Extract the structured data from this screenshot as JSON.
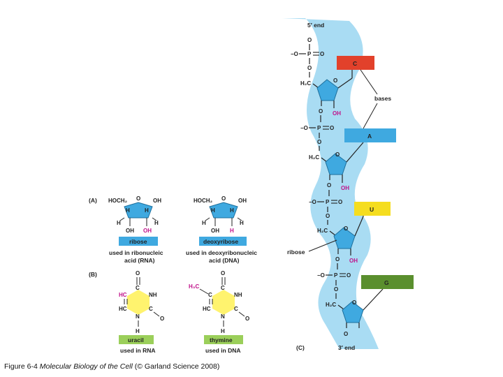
{
  "colors": {
    "backbone": "#a9dcf3",
    "sugar": "#3fa9e0",
    "base_yellow": "#fff36e",
    "C": "#e2412b",
    "A": "#3fa9e0",
    "U": "#f5dd1f",
    "G": "#5a8f2e",
    "highlight": "#c0128a"
  },
  "panel_a": {
    "label": "(A)",
    "ribose": {
      "top_left": "HOCH₂",
      "ring_o": "O",
      "top_right": "OH",
      "h1": "H",
      "h2": "H",
      "h3": "H",
      "h4": "H",
      "oh_left": "OH",
      "oh_right": "OH",
      "name": "ribose",
      "usage": "used in ribonucleic",
      "usage2": "acid (RNA)"
    },
    "deoxyribose": {
      "top_left": "HOCH₂",
      "ring_o": "O",
      "top_right": "OH",
      "h1": "H",
      "h2": "H",
      "h3": "H",
      "h4": "H",
      "oh_left": "OH",
      "h_right": "H",
      "name": "deoxyribose",
      "usage": "used in deoxyribonucleic",
      "usage2": "acid (DNA)"
    }
  },
  "panel_b": {
    "label": "(B)",
    "uracil": {
      "o_top": "O",
      "c_top": "C",
      "hc1": "HC",
      "nh": "NH",
      "hc2": "HC",
      "c_right": "C",
      "o_right": "O",
      "n_bottom": "N",
      "h_bottom": "H",
      "name": "uracil",
      "usage": "used in RNA"
    },
    "thymine": {
      "o_top": "O",
      "c_top": "C",
      "h3c": "H₃C",
      "c_left": "C",
      "nh": "NH",
      "hc": "HC",
      "c_right": "C",
      "o_right": "O",
      "n_bottom": "N",
      "h_bottom": "H",
      "name": "thymine",
      "usage": "used in DNA"
    }
  },
  "panel_c": {
    "label": "(C)",
    "five_end": "5′ end",
    "three_end": "3′ end",
    "bases_label": "bases",
    "ribose_label": "ribose",
    "bases": [
      "C",
      "A",
      "U",
      "G"
    ],
    "phosphate": {
      "o": "O",
      "om": "−O",
      "p": "P",
      "eq": "O"
    },
    "h2c": "H₂C",
    "oh": "OH"
  },
  "caption": {
    "prefix": "Figure 6-4",
    "book": "Molecular Biology of the Cell",
    "suffix": "(© Garland Science 2008)"
  }
}
